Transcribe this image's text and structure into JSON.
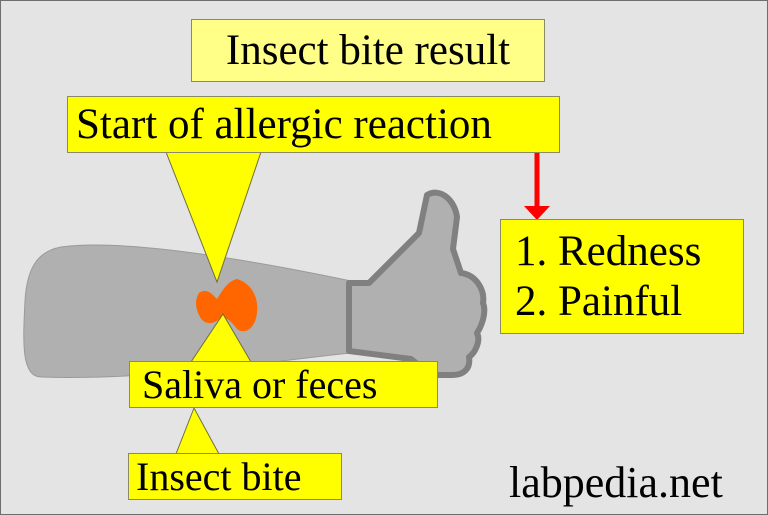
{
  "diagram": {
    "title": "Insect bite result",
    "start_label": "Start of allergic reaction",
    "results": [
      "1. Redness",
      "2. Painful"
    ],
    "saliva_label": "Saliva or feces",
    "bite_label": "Insect bite",
    "watermark": "labpedia.net"
  },
  "colors": {
    "background": "#e4e4e4",
    "box_yellow": "#ffff00",
    "title_yellow": "#ffff88",
    "arm_gray": "#b0b0b0",
    "hand_outline": "#808080",
    "bite_orange": "#ff6600",
    "arrow_red": "#ff0000"
  }
}
